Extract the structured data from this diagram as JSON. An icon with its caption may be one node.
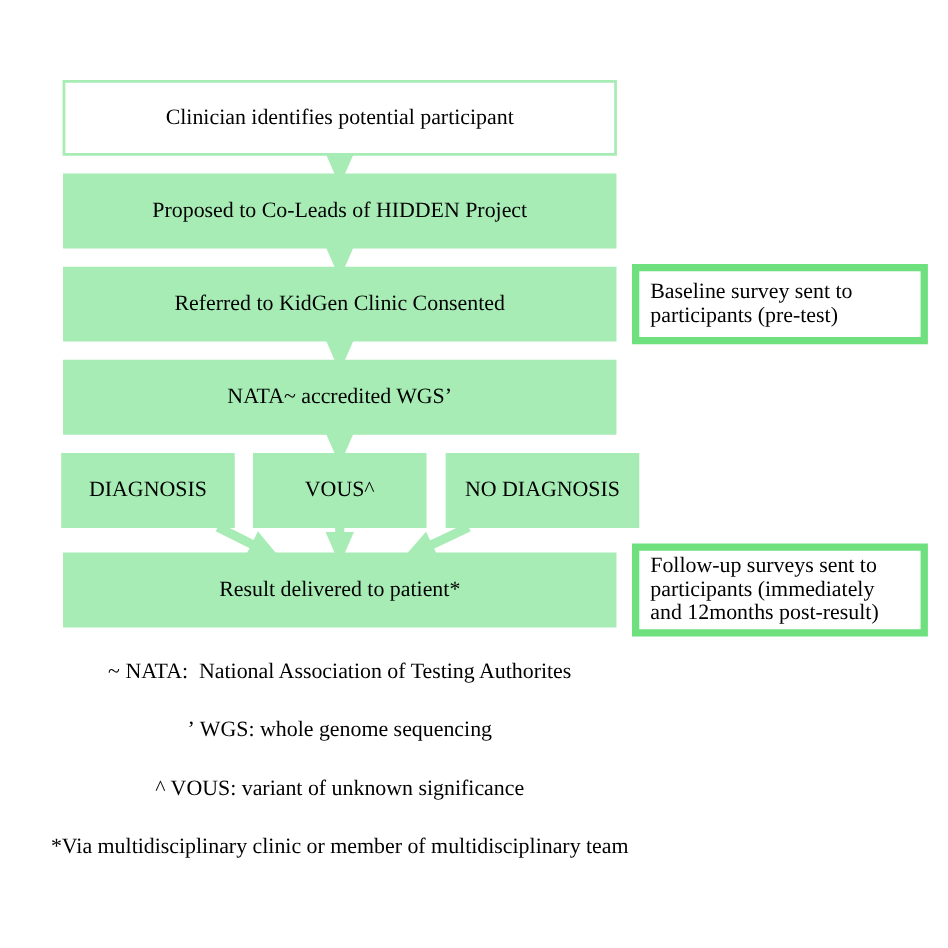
{
  "diagram": {
    "nodes": [
      {
        "text": [
          "Clinician identifies potential participant"
        ]
      },
      {
        "text": [
          "Proposed to Co-Leads of HIDDEN Project"
        ]
      },
      {
        "text": [
          "Referred to KidGen Clinic Consented"
        ]
      },
      {
        "text": [
          "Baseline survey sent to participants (pre-test)"
        ]
      },
      {
        "text": [
          "NATA~ accredited WGSʼ"
        ]
      },
      {
        "text": [
          "DIAGNOSIS"
        ]
      },
      {
        "text": [
          "VOUS^"
        ]
      },
      {
        "text": [
          "NO DIAGNOSIS"
        ]
      },
      {
        "text": [
          "Result delivered to patient*"
        ]
      },
      {
        "text": [
          "Follow-up surveys sent to participants (immediately and 12months post-result)"
        ]
      }
    ],
    "edges": [
      {
        "from": 0,
        "to": 1,
        "arrow": "to"
      },
      {
        "from": 1,
        "to": 2,
        "arrow": "to"
      },
      {
        "from": 2,
        "to": 4,
        "arrow": "to"
      },
      {
        "from": 4,
        "to": 6,
        "arrow": "to"
      },
      {
        "from": 5,
        "to": 8,
        "arrow": "to"
      },
      {
        "from": 6,
        "to": 8,
        "arrow": "to"
      },
      {
        "from": 7,
        "to": 8,
        "arrow": "to"
      }
    ],
    "labels": [
      "~ NATA:  National Association of Testing Authorites",
      "ʼ WGS: whole genome sequencing",
      "^ VOUS: variant of unknown significance",
      "*Via multidisciplinary clinic or member of multidisciplinary team"
    ]
  }
}
